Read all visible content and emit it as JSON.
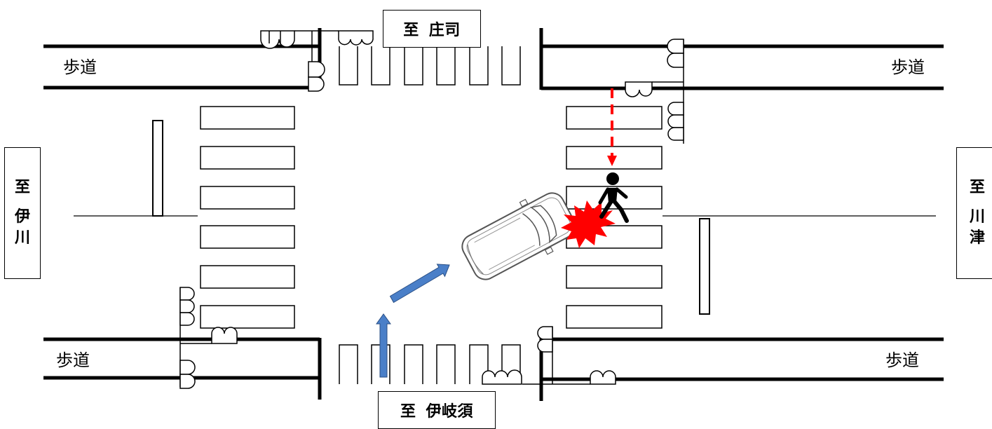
{
  "destinations": {
    "north": {
      "prefix": "至",
      "place": "庄司"
    },
    "south": {
      "prefix": "至",
      "place": "伊岐須"
    },
    "west": {
      "prefix": "至",
      "chars": [
        "伊",
        "川"
      ]
    },
    "east": {
      "prefix": "至",
      "chars": [
        "川",
        "津"
      ]
    }
  },
  "sidewalk_label": "歩道",
  "icons": {
    "pedestrian": "walking-person-icon",
    "car": "car-icon",
    "collision": "collision-burst-icon",
    "vehicle_path": "blue-arrow",
    "pedestrian_path": "red-dashed-arrow"
  },
  "colors": {
    "vehicle_path": "#4a7fc8",
    "pedestrian_path": "#ff0000",
    "collision": "#ff0000",
    "line": "#000000"
  }
}
